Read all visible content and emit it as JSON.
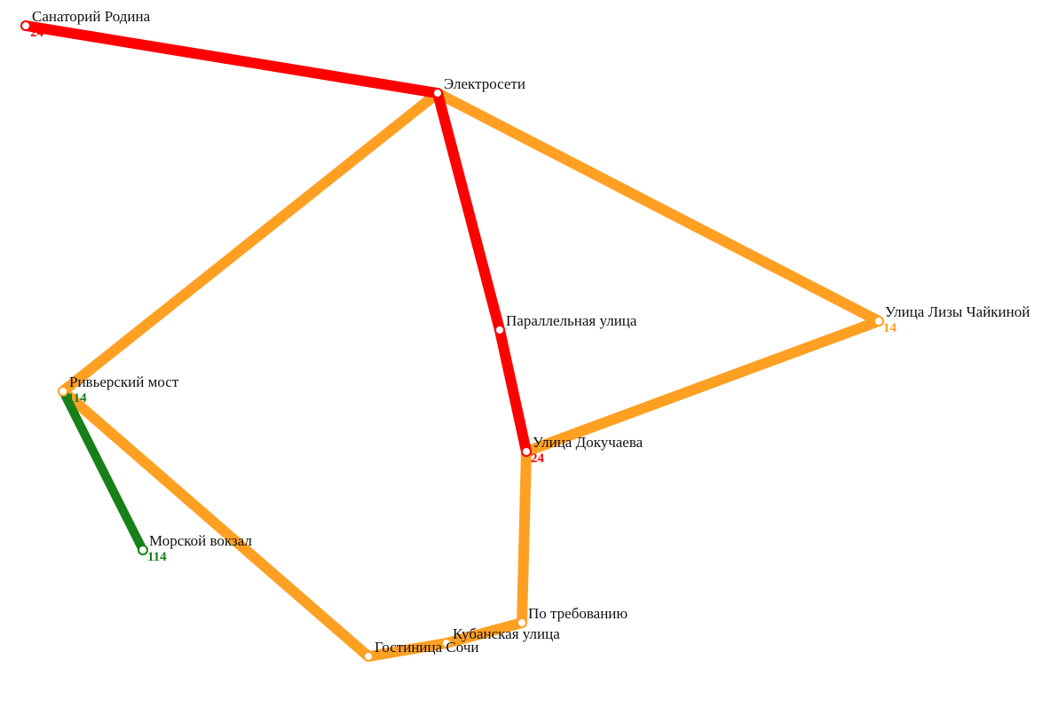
{
  "colors": {
    "red": "#ff0000",
    "orange": "#ffa023",
    "green": "#17801a",
    "stop_fill": "#ffffff",
    "background": "#ffffff"
  },
  "routes": [
    {
      "number": "24",
      "color": "#ff0000",
      "stops": [
        "Санаторий Родина",
        "Электросети",
        "Параллельная улица",
        "Улица Докучаева"
      ]
    },
    {
      "number": "14",
      "color": "#ffa023",
      "stops": [
        "Ривьерский мост",
        "Электросети",
        "Улица Лизы Чайкиной",
        "Улица Докучаева",
        "По требованию",
        "Кубанская улица",
        "Гостиница Сочи",
        "Ривьерский мост"
      ]
    },
    {
      "number": "114",
      "color": "#17801a",
      "stops": [
        "Ривьерский мост",
        "Морской вокзал"
      ]
    }
  ],
  "stops": [
    {
      "name": "Санаторий Родина",
      "route_label": "24",
      "route_label_color": "#ff0000"
    },
    {
      "name": "Электросети"
    },
    {
      "name": "Параллельная улица"
    },
    {
      "name": "Улица Докучаева",
      "route_label": "24",
      "route_label_color": "#ff0000"
    },
    {
      "name": "Улица Лизы Чайкиной",
      "route_label": "14",
      "route_label_color": "#ffa023"
    },
    {
      "name": "Ривьерский мост",
      "route_label": "114",
      "route_label_color": "#17801a"
    },
    {
      "name": "Морской вокзал",
      "route_label": "114",
      "route_label_color": "#17801a"
    },
    {
      "name": "По требованию"
    },
    {
      "name": "Кубанская улица"
    },
    {
      "name": "Гостиница Сочи"
    }
  ]
}
